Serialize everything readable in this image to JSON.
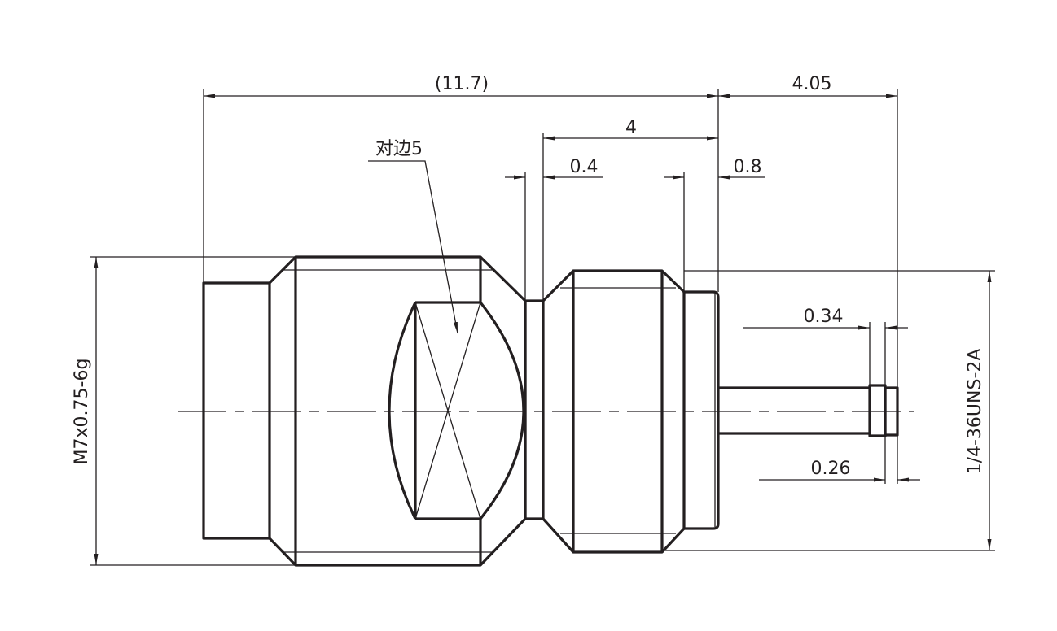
{
  "drawing": {
    "dimensions": {
      "overall_length": "(11.7)",
      "pin_length": "4.05",
      "body_length": "4",
      "neck_width": "0.4",
      "flange_width": "0.8",
      "tip_groove": "0.34",
      "tip_end": "0.26",
      "left_thread": "M7x0.75-6g",
      "right_thread": "1/4-36UNS-2A",
      "hex_across_flats": "对边5"
    },
    "line_color": "#231f20"
  }
}
